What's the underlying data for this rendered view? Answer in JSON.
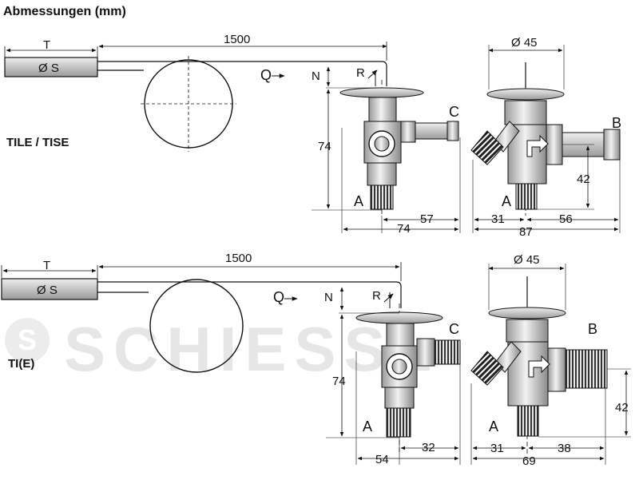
{
  "header": {
    "title": "Abmessungen (mm)"
  },
  "watermark": {
    "text": "SCHIESSL",
    "logo_letter": "S"
  },
  "variant_top": {
    "label": "TILE / TISE",
    "bulb": {
      "t_label": "T",
      "s_label": "Ø S",
      "length_label": "1500",
      "q_label": "Q",
      "n_label": "N",
      "r_label": "R"
    },
    "side_view": {
      "height_74": "74",
      "c_label": "C",
      "a_label": "A",
      "dim_57": "57",
      "dim_74": "74"
    },
    "front_view": {
      "d45": "Ø 45",
      "b_label": "B",
      "a_label": "A",
      "dim_42": "42",
      "dim_31": "31",
      "dim_56": "56",
      "dim_87": "87"
    }
  },
  "variant_bottom": {
    "label": "TI(E)",
    "bulb": {
      "t_label": "T",
      "s_label": "Ø S",
      "length_label": "1500",
      "q_label": "Q",
      "n_label": "N",
      "r_label": "R"
    },
    "side_view": {
      "height_74": "74",
      "c_label": "C",
      "a_label": "A",
      "dim_32": "32",
      "dim_54": "54"
    },
    "front_view": {
      "d45": "Ø 45",
      "b_label": "B",
      "a_label": "A",
      "dim_42": "42",
      "dim_31": "31",
      "dim_38": "38",
      "dim_69": "69"
    }
  }
}
